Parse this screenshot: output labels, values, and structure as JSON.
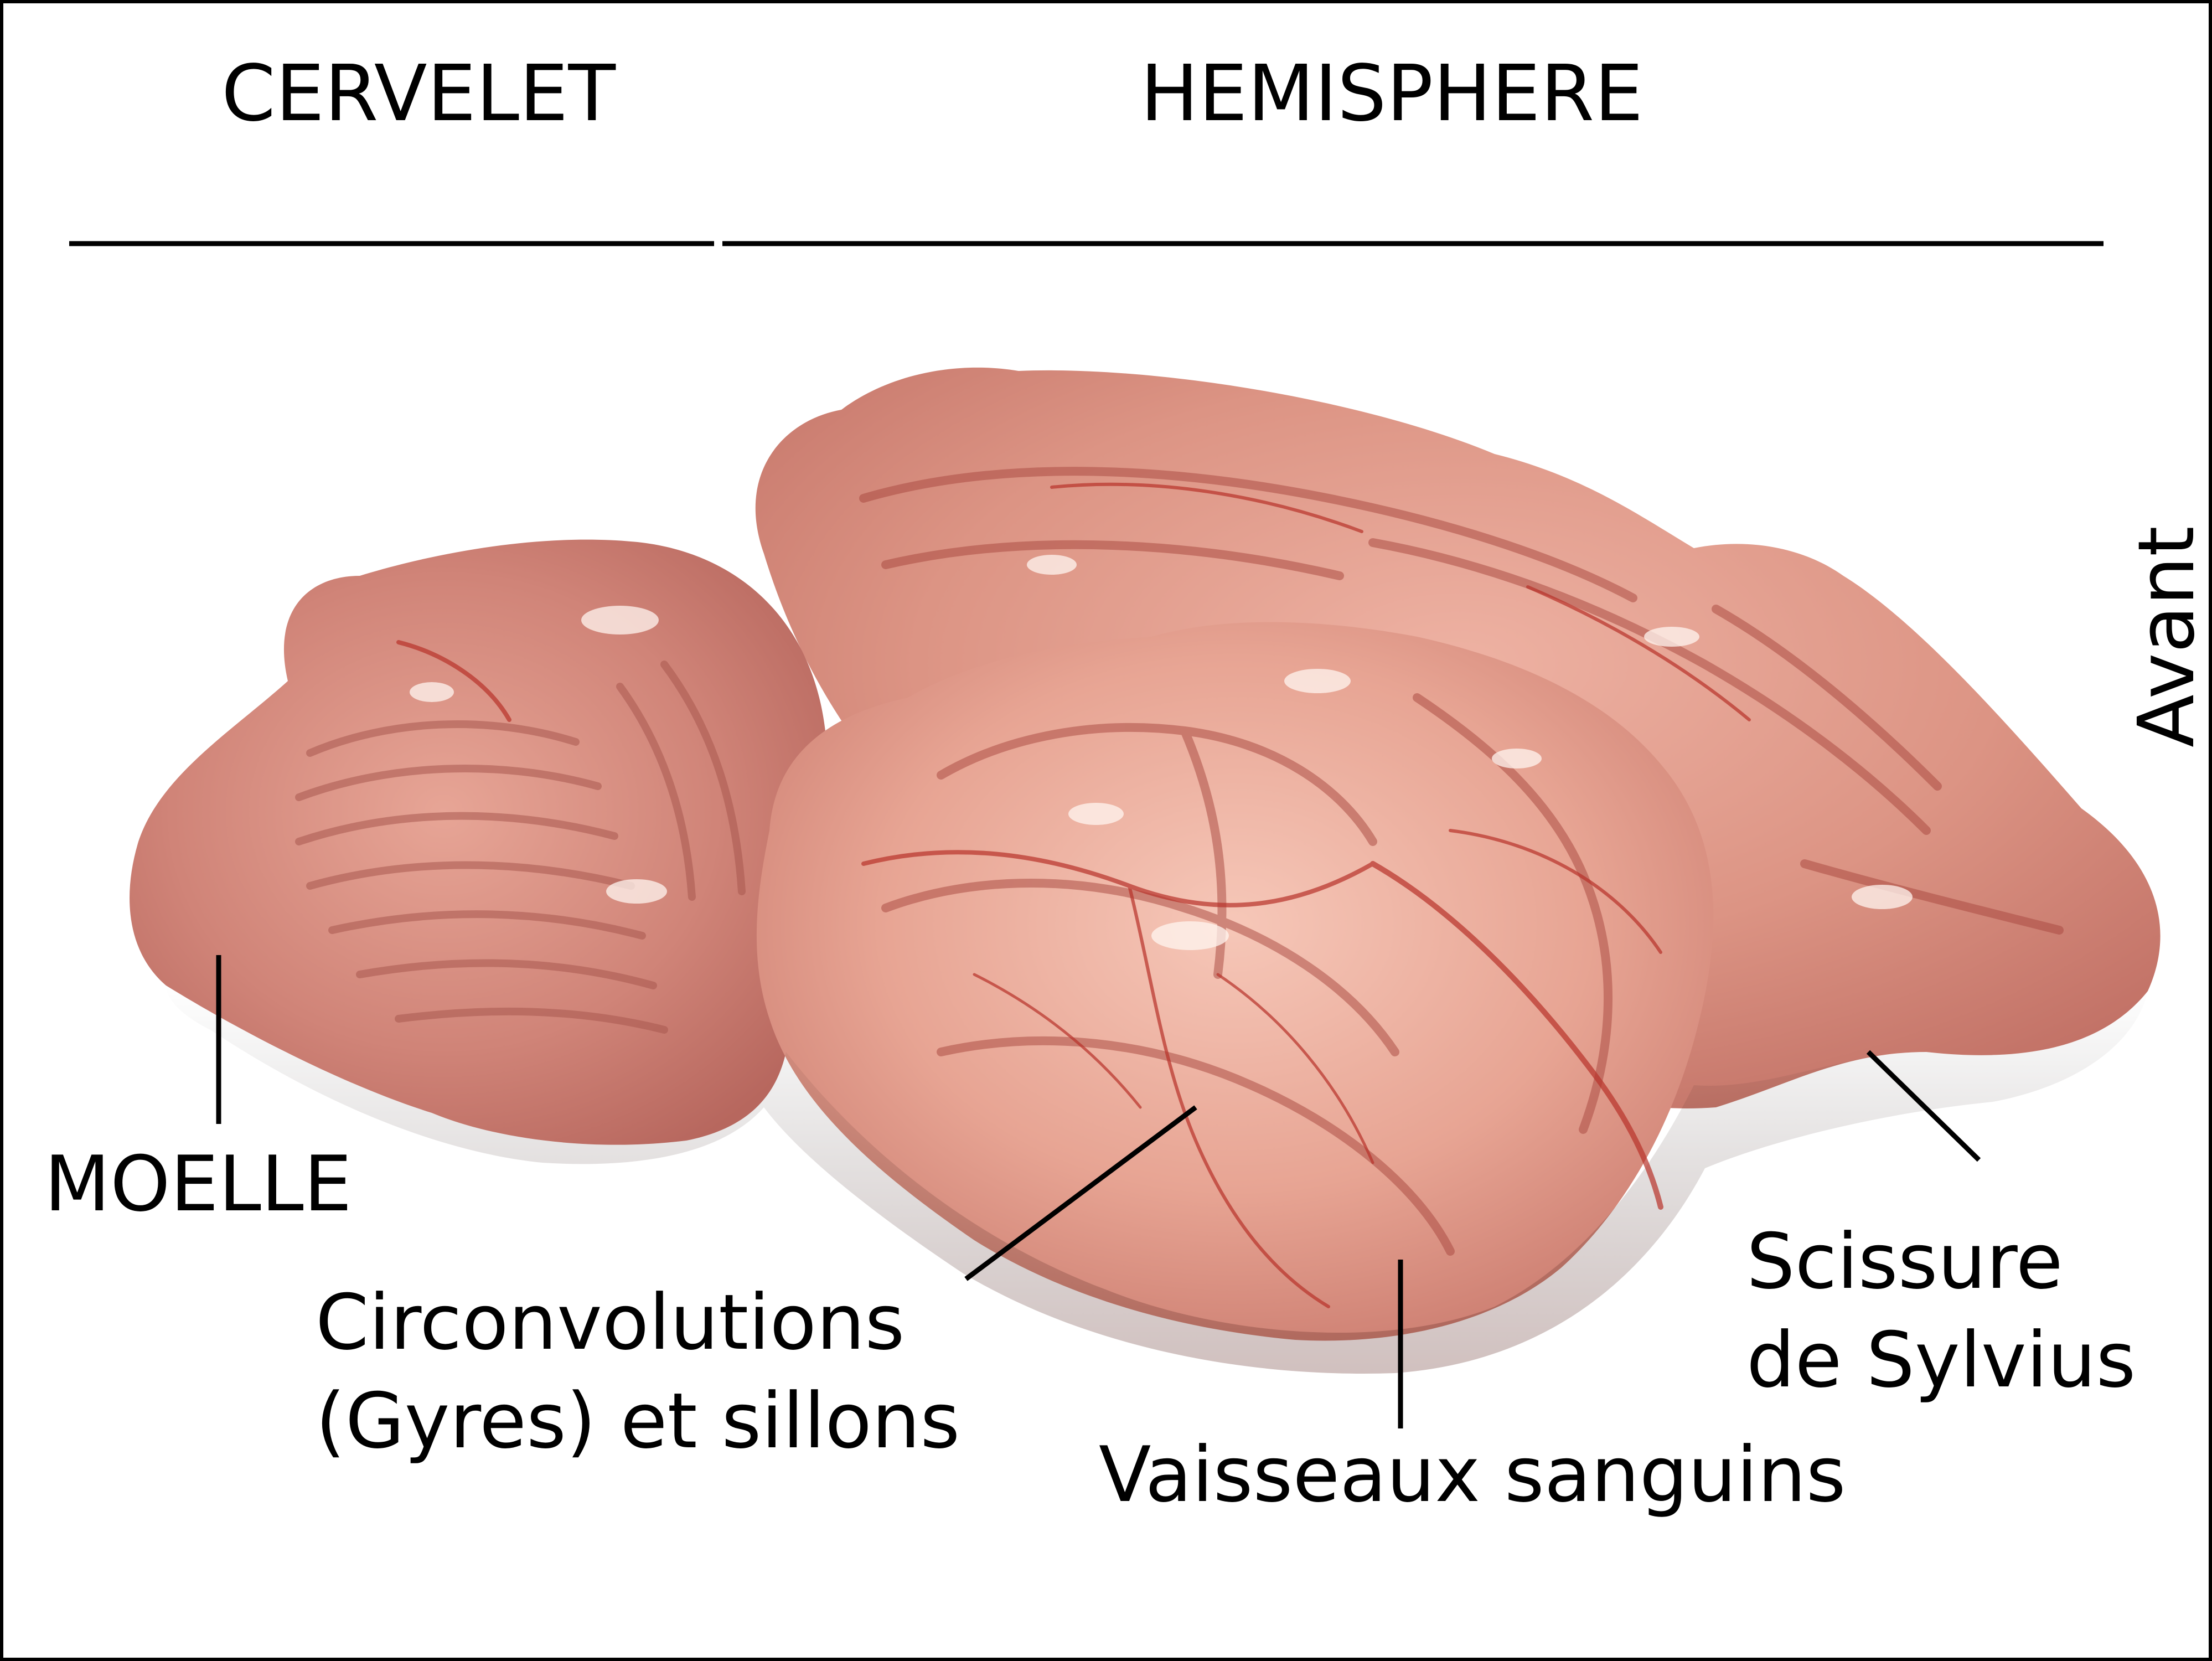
{
  "labels": {
    "cervelet": "CERVELET",
    "hemisphere": "HEMISPHERE",
    "avant": "Avant",
    "moelle": "MOELLE",
    "circonvolutions": [
      "Circonvolutions",
      "(Gyres) et sillons"
    ],
    "vaisseaux": "Vaisseaux sanguins",
    "scissure": [
      "Scissure",
      "de Sylvius"
    ]
  },
  "colors": {
    "frame": "#000000",
    "tissue_base": "#d9877a",
    "tissue_light": "#f0b7a8",
    "tissue_dark": "#b9574c",
    "vessel": "#b8322a",
    "highlight": "#fff5f0"
  }
}
